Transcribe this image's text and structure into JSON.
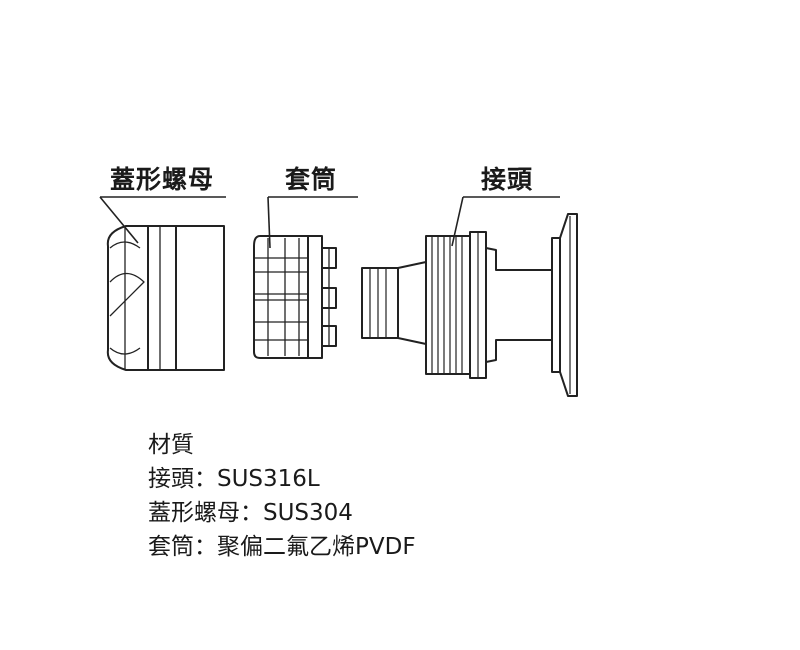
{
  "callouts": {
    "nut": "蓋形螺母",
    "sleeve": "套筒",
    "fitting": "接頭"
  },
  "materials": {
    "heading": "材質",
    "lines": [
      "接頭：SUS316L",
      "蓋形螺母：SUS304",
      "套筒：聚偏二氟乙烯PVDF"
    ]
  },
  "colors": {
    "stroke": "#222222",
    "background": "#ffffff"
  }
}
